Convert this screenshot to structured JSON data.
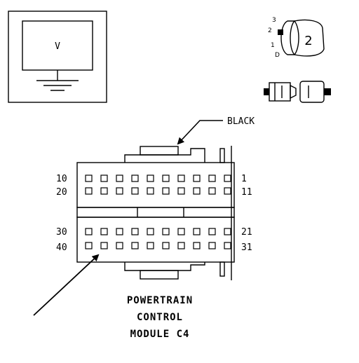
{
  "meter": {
    "label": "V"
  },
  "connector_key": {
    "positions": [
      "3",
      "2",
      "1",
      "D"
    ],
    "key_number": "2"
  },
  "callout": {
    "color_label": "BLACK"
  },
  "connector": {
    "row_labels_left": [
      "10",
      "20",
      "30",
      "40"
    ],
    "row_labels_right": [
      "1",
      "11",
      "21",
      "31"
    ],
    "pins_per_row": 10
  },
  "title": {
    "lines": [
      "POWERTRAIN",
      "CONTROL",
      "MODULE C4"
    ]
  }
}
